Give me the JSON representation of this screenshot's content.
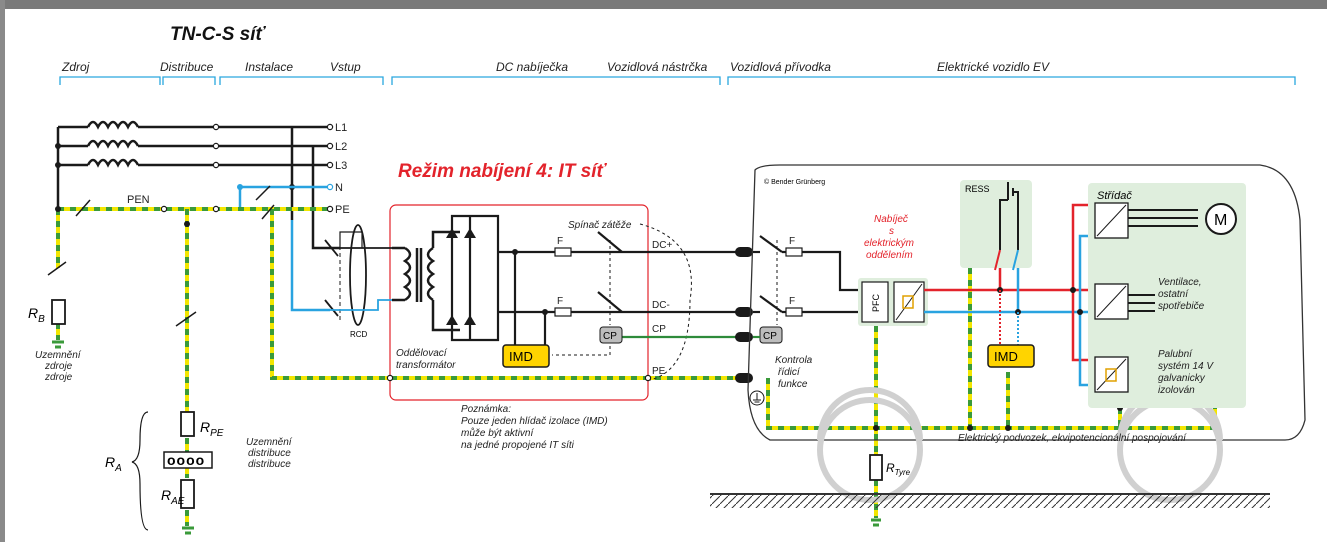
{
  "title": "TN-C-S síť",
  "sections": [
    "Zdroj",
    "Distribuce",
    "Instalace",
    "Vstup",
    "DC nabíječka",
    "Vozidlová nástrčka",
    "Vozidlová přívodka",
    "Elektrické vozidlo EV"
  ],
  "mode_title": "Režim nabíjení 4: IT síť",
  "conductors": [
    "L1",
    "L2",
    "L3",
    "N",
    "PE",
    "PEN"
  ],
  "resistors": {
    "rb": "R",
    "rb_sub": "B",
    "rpe": "R",
    "rpe_sub": "PE",
    "ra": "R",
    "ra_sub": "A",
    "rae": "R",
    "rae_sub": "AE",
    "rtyre": "R",
    "rtyre_sub": "Tyre"
  },
  "labels": {
    "rcd": "RCD",
    "uzemneni_zdroje": [
      "Uzemnění",
      "zdroje",
      "zdroje"
    ],
    "uzemneni_distribuce": [
      "Uzemnění",
      "distribuce",
      "distribuce"
    ],
    "oddelovaci": [
      "Oddělovací",
      "transformátor"
    ],
    "spinac": "Spínač zátěže",
    "fuse": "F",
    "dc_plus": "DC+",
    "dc_minus": "DC-",
    "cp": "CP",
    "pe": "PE",
    "imd": "IMD",
    "kontrola": [
      "Kontrola",
      "řídicí",
      "funkce"
    ],
    "copyright": "© Bender Grünberg",
    "ress": "RESS",
    "nabijec": [
      "Nabíječ",
      "s",
      "elektrickým",
      "oddělením"
    ],
    "pfc": "PFC",
    "stridac": "Střídač",
    "motor": "M",
    "ventilace": [
      "Ventilace,",
      "ostatní",
      "spotřebiče"
    ],
    "palubni": [
      "Palubní",
      "systém 14 V",
      "galvanicky",
      "izolován"
    ],
    "podvozek": "Elektrický podvozek, ekvipotencionální pospojování",
    "poznamka": [
      "Poznámka:",
      "Pouze jeden hlídač izolace (IMD)",
      "může být aktivní",
      "na jedné propojené IT síti"
    ],
    "terminal_block": "oooo"
  },
  "colors": {
    "phase": "#1a1a1a",
    "neutral": "#29a3e0",
    "pe_yellow": "#f2e600",
    "pe_green": "#3a9a3a",
    "dc_plus": "#e3232b",
    "dc_minus": "#29a3e0",
    "cp": "#2e8b3a",
    "title_red": "#e3232b",
    "imd_fill": "#ffd400",
    "box_fill": "#dfeedd",
    "section_line": "#2aa7df"
  }
}
